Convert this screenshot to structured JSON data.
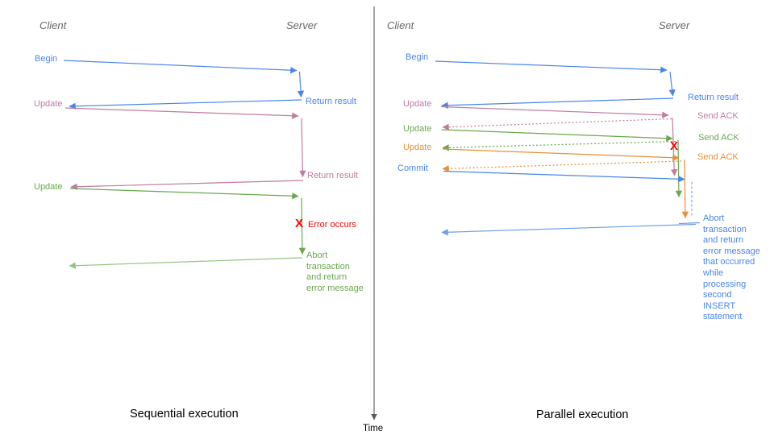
{
  "diagram": {
    "kind": "sequence-diagram comparison of database transaction execution",
    "colors": {
      "blue": "#4a86e8",
      "light_blue": "#6d9eeb",
      "pink": "#c27ba0",
      "green": "#6aa84f",
      "light_green": "#93c47d",
      "orange": "#e69138",
      "red": "#ff0000",
      "header_gray": "#666666",
      "axis_gray": "#595959"
    }
  },
  "time_axis": {
    "label": "Time"
  },
  "left": {
    "title": "Sequential execution",
    "client_header": "Client",
    "server_header": "Server",
    "labels": {
      "begin": "Begin",
      "return_result_1": "Return result",
      "update_1": "Update",
      "return_result_2": "Return result",
      "update_2": "Update",
      "error_x": "X",
      "error": "Error occurs",
      "abort": "Abort\ntransaction\nand return\nerror message"
    }
  },
  "right": {
    "title": "Parallel execution",
    "client_header": "Client",
    "server_header": "Server",
    "labels": {
      "begin": "Begin",
      "return_result": "Return result",
      "update_1": "Update",
      "send_ack_1": "Send ACK",
      "update_2": "Update",
      "send_ack_2": "Send ACK",
      "update_3": "Update",
      "send_ack_3": "Send ACK",
      "commit": "Commit",
      "error_x": "X",
      "abort": "Abort\ntransaction\nand return\nerror message\nthat occurred\nwhile\nprocessing\nsecond\nINSERT\nstatement"
    }
  }
}
